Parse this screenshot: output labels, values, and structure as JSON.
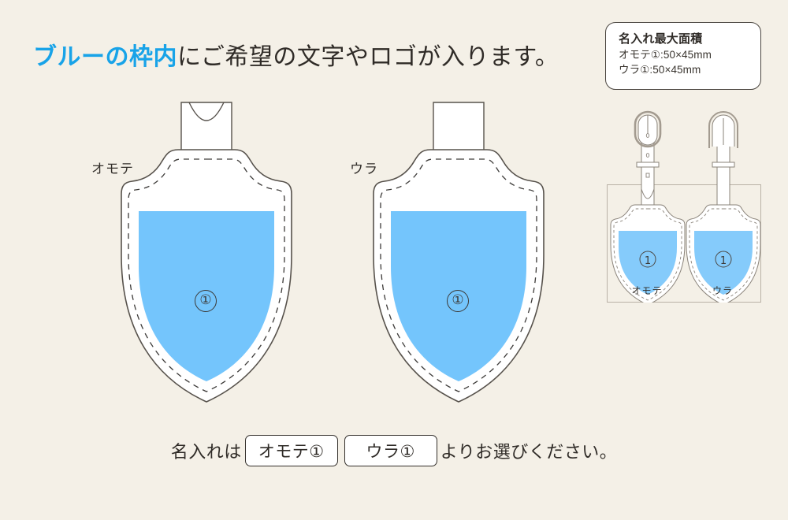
{
  "headline": {
    "accent": "ブルーの枠内",
    "rest": "にご希望の文字やロゴが入ります。",
    "accent_color": "#18a3e8"
  },
  "info_card": {
    "title": "名入れ最大面積",
    "lines": [
      "オモテ①:50×45mm",
      "ウラ①:50×45mm"
    ]
  },
  "tags": [
    {
      "side_label": "オモテ",
      "area_number": "①",
      "has_buckle": true
    },
    {
      "side_label": "ウラ",
      "area_number": "①",
      "has_buckle": false
    }
  ],
  "preview": {
    "items": [
      {
        "label": "オモテ",
        "area_number": "①",
        "has_buckle": true
      },
      {
        "label": "ウラ",
        "area_number": "①",
        "has_buckle": false
      }
    ]
  },
  "footer": {
    "prefix": "名入れは",
    "option_front": "オモテ①",
    "option_back": "ウラ①",
    "suffix": "よりお選びください。"
  },
  "colors": {
    "background": "#f4f0e7",
    "print_area_blue": "#74c5fc",
    "outline": "#57524c",
    "accent": "#18a3e8"
  }
}
